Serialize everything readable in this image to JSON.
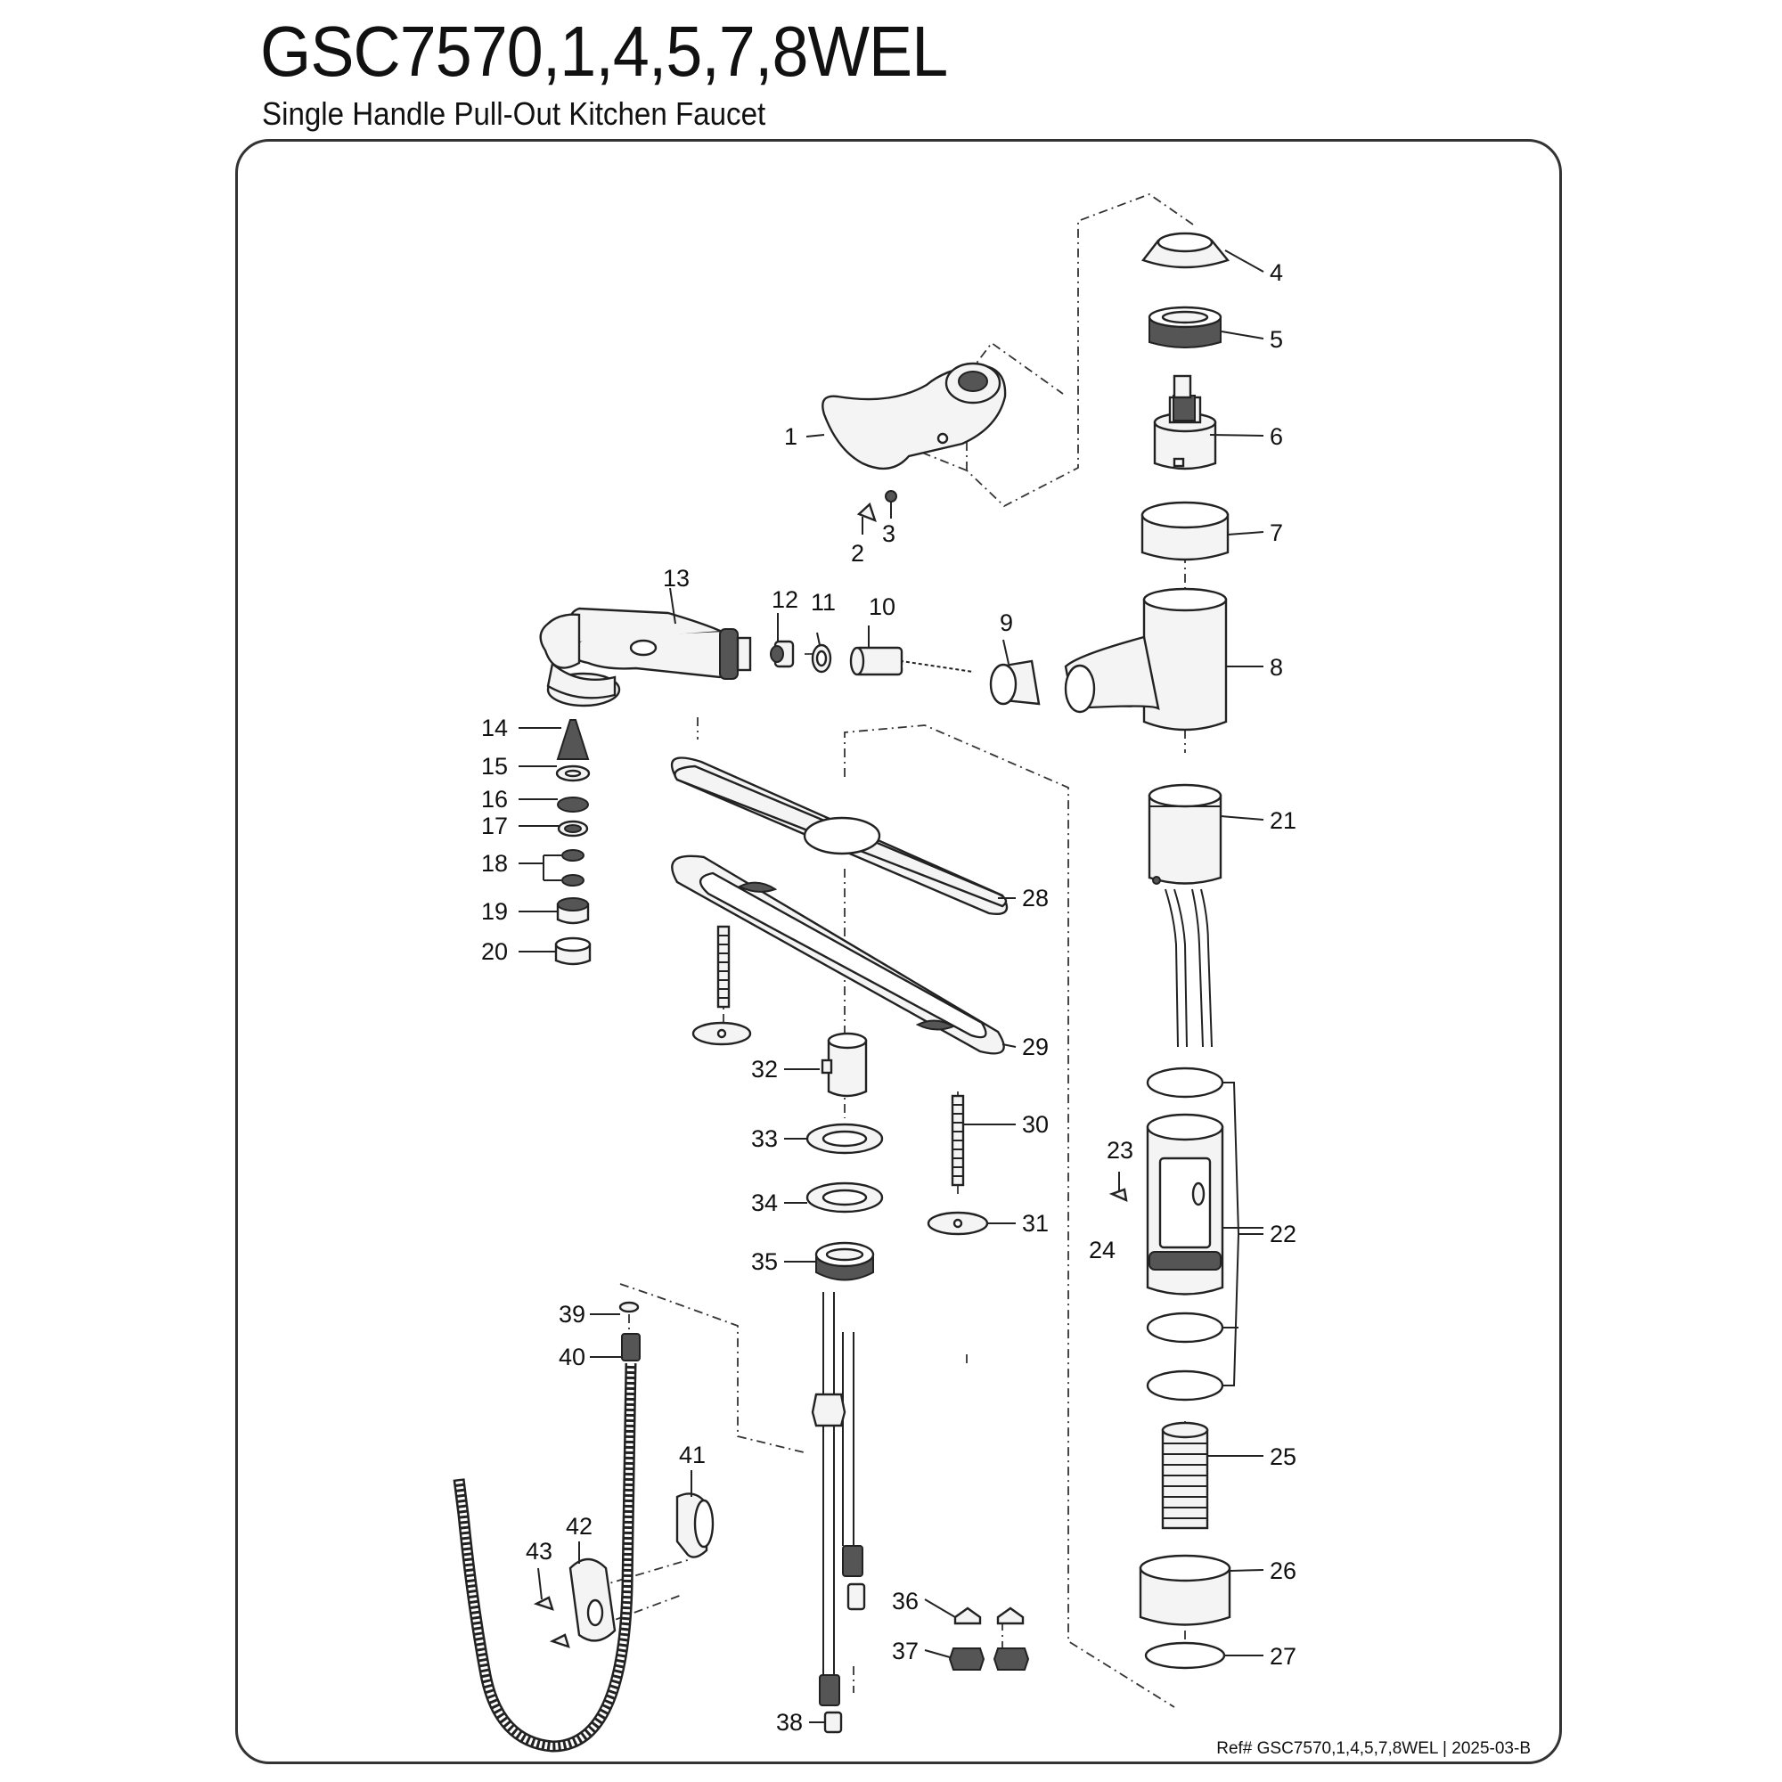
{
  "title": "GSC7570,1,4,5,7,8WEL",
  "subtitle": "Single Handle Pull-Out Kitchen Faucet",
  "reference": "Ref# GSC7570,1,4,5,7,8WEL | 2025-03-B",
  "callouts": [
    "1",
    "2",
    "3",
    "4",
    "5",
    "6",
    "7",
    "8",
    "9",
    "10",
    "11",
    "12",
    "13",
    "14",
    "15",
    "16",
    "17",
    "18",
    "19",
    "20",
    "21",
    "22",
    "23",
    "24",
    "25",
    "26",
    "27",
    "28",
    "29",
    "30",
    "31",
    "32",
    "33",
    "34",
    "35",
    "36",
    "37",
    "38",
    "39",
    "40",
    "41",
    "42",
    "43"
  ],
  "parts": {
    "handle": "1",
    "set_screw": "2",
    "plug_button": "3",
    "dome_cap": "4",
    "bonnet_nut": "5",
    "cartridge": "6",
    "cartridge_sleeve": "7",
    "spout": "8",
    "spout_bushing": "9",
    "hose_connector": "10",
    "washer_11": "11",
    "check_valve": "12",
    "spray_head": "13",
    "spray_insert": "14",
    "washer_15": "15",
    "flow_disc": "16",
    "aerator_disc": "17",
    "screens": "18",
    "aerator_body": "19",
    "aerator_ring": "20",
    "base_housing": "21",
    "o_rings": "22",
    "screw_23": "23",
    "body": "24",
    "threaded_shank": "25",
    "base_escutcheon": "26",
    "base_gasket": "27",
    "deck_plate": "28",
    "deck_gasket": "29",
    "mounting_stud": "30",
    "bracket_31": "31",
    "spacer": "32",
    "washer_33": "33",
    "washer_34": "34",
    "mounting_nut": "35",
    "cone_washer": "36",
    "coupling_nut": "37",
    "adapter": "38",
    "washer_39": "39",
    "pull_out_hose": "40",
    "hose_clip": "41",
    "clip_body": "42",
    "clip_screws": "43"
  }
}
